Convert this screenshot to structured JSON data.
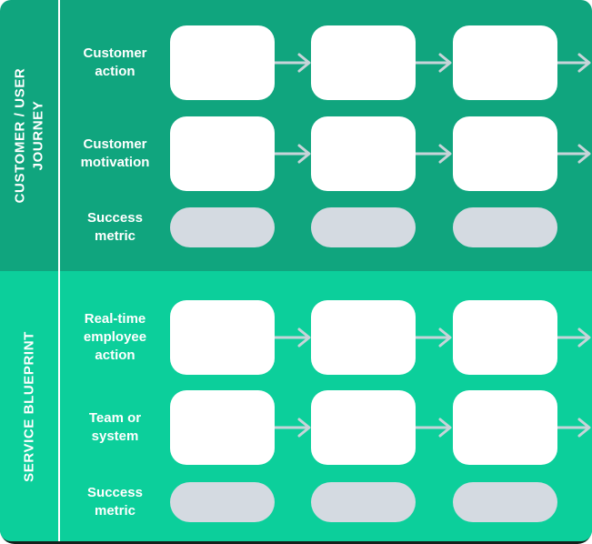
{
  "palette": {
    "journey_bg": "#10a57e",
    "blueprint_bg": "#0ccf9b",
    "box_fill": "#ffffff",
    "pill_fill": "#d4dae1",
    "arrow_color": "#c7d4d9",
    "divider_color": "#ffffff",
    "label_text": "#ffffff",
    "page_bg": "#ffffff",
    "bottom_edge": "#13201b"
  },
  "sections": {
    "journey": {
      "title": "CUSTOMER / USER JOURNEY",
      "rows": {
        "action": {
          "label": "Customer action",
          "type": "boxes",
          "count": 3,
          "arrows": true
        },
        "motivation": {
          "label": "Customer motivation",
          "type": "boxes",
          "count": 3,
          "arrows": true
        },
        "metric": {
          "label": "Success metric",
          "type": "pills",
          "count": 3,
          "arrows": false
        }
      }
    },
    "blueprint": {
      "title": "SERVICE BLUEPRINT",
      "rows": {
        "employee_action": {
          "label": "Real-time employee action",
          "type": "boxes",
          "count": 3,
          "arrows": true
        },
        "team_system": {
          "label": "Team or system",
          "type": "boxes",
          "count": 3,
          "arrows": true
        },
        "metric": {
          "label": "Success metric",
          "type": "pills",
          "count": 3,
          "arrows": false
        }
      }
    }
  }
}
